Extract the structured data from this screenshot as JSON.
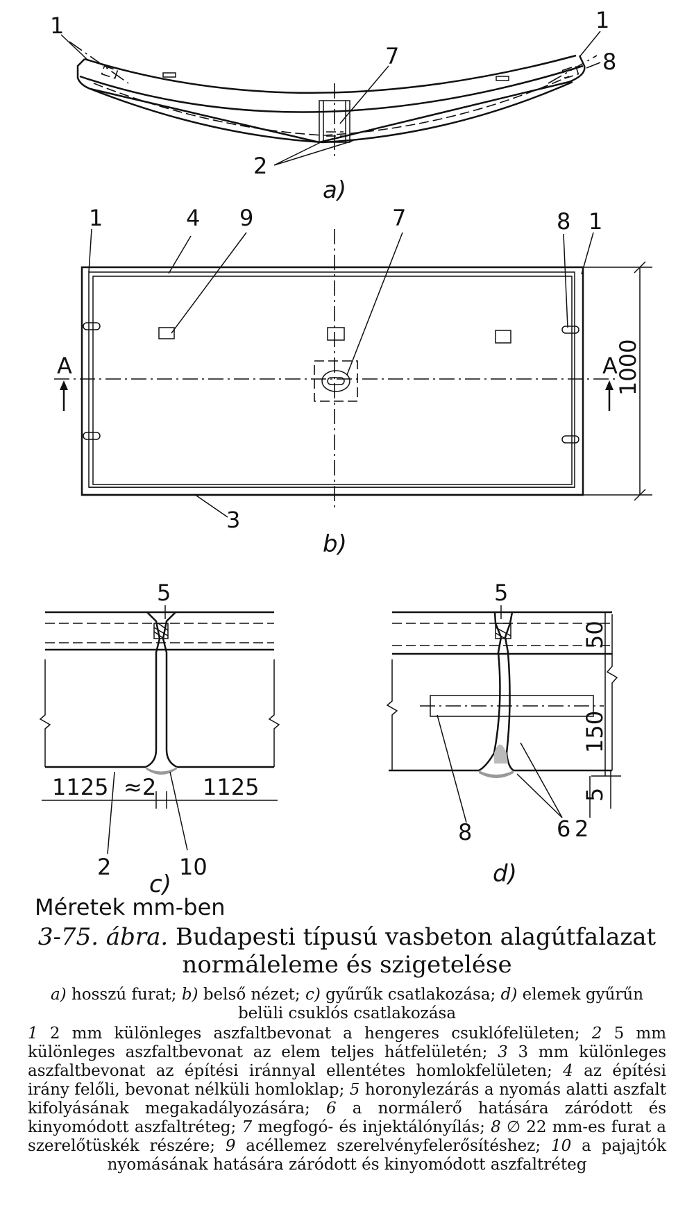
{
  "figure": {
    "number": "3-75. ábra.",
    "title_line1": "Budapesti típusú vasbeton alagútfalazat",
    "title_line2": "normáleleme és szigetelése"
  },
  "subfigures": {
    "a": {
      "letter": "a)",
      "text": "hosszú furat;"
    },
    "b": {
      "letter": "b)",
      "text": "belső nézet;"
    },
    "c": {
      "letter": "c)",
      "text": "gyűrűk csatlakozása;"
    },
    "d": {
      "letter": "d)",
      "text": "elemek gyűrűn belüli csuklós csatlakozása"
    }
  },
  "legend": [
    {
      "num": "1",
      "text": "2 mm különleges aszfaltbevonat a hengeres csuklófelületen;"
    },
    {
      "num": "2",
      "text": "5 mm különleges aszfaltbevonat az elem teljes hátfelületén;"
    },
    {
      "num": "3",
      "text": "3 mm különleges aszfaltbevonat az építési iránnyal ellentétes homlokfelületen;"
    },
    {
      "num": "4",
      "text": "az építési irány felőli, bevonat nélküli homloklap;"
    },
    {
      "num": "5",
      "text": "horonylezárás a nyomás alatti aszfalt kifolyásának megakadályozására;"
    },
    {
      "num": "6",
      "text": "a normálerő hatására záródott és kinyomódott aszfaltréteg;"
    },
    {
      "num": "7",
      "text": "megfogó- és injektálónyílás;"
    },
    {
      "num": "8",
      "text": "∅ 22 mm-es furat a szerelőtüskék részére;"
    },
    {
      "num": "9",
      "text": "acéllemez szerelvényfelerősítéshez;"
    },
    {
      "num": "10",
      "text": "a pajajtók nyomásának hatására záródott és kinyomódott aszfaltréteg"
    }
  ],
  "drawing": {
    "units_note": "Méretek mm-ben",
    "section_mark": "A",
    "dim_height": "1000",
    "dim_left": "1125",
    "dim_right": "1125",
    "dim_gap": "≈2",
    "dim_50": "50",
    "dim_150": "150",
    "dim_5": "5",
    "callouts": {
      "n1": "1",
      "n2": "2",
      "n3": "3",
      "n4": "4",
      "n5": "5",
      "n6": "6",
      "n7": "7",
      "n8": "8",
      "n9": "9",
      "n10": "10"
    }
  }
}
